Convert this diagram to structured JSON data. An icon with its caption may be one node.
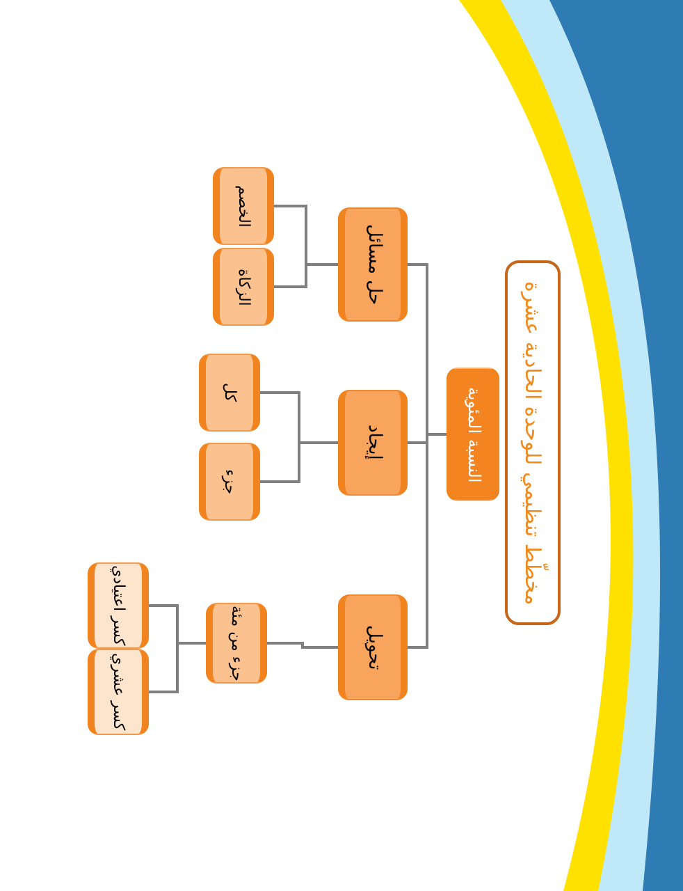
{
  "diagram": {
    "title": "مخطّط تنظيمي للوحدة الحادية عشرة",
    "nodes": [
      {
        "text": [
          "النسبة المئوية"
        ]
      },
      {
        "text": [
          "حل مسائل"
        ]
      },
      {
        "text": [
          "إيجاد"
        ]
      },
      {
        "text": [
          "تحويل"
        ]
      },
      {
        "text": [
          "الخصم"
        ]
      },
      {
        "text": [
          "الزكاة"
        ]
      },
      {
        "text": [
          "كل"
        ]
      },
      {
        "text": [
          "جزء"
        ]
      },
      {
        "text": [
          "جزء من مئة"
        ]
      },
      {
        "text": [
          "كسر اعتيادي"
        ]
      },
      {
        "text": [
          "كسر عشري"
        ]
      }
    ],
    "edges": [
      {
        "from": 0,
        "to": 1,
        "arrow": "none"
      },
      {
        "from": 0,
        "to": 2,
        "arrow": "none"
      },
      {
        "from": 0,
        "to": 3,
        "arrow": "none"
      },
      {
        "from": 1,
        "to": 4,
        "arrow": "none"
      },
      {
        "from": 1,
        "to": 5,
        "arrow": "none"
      },
      {
        "from": 2,
        "to": 6,
        "arrow": "none"
      },
      {
        "from": 2,
        "to": 7,
        "arrow": "none"
      },
      {
        "from": 3,
        "to": 8,
        "arrow": "none"
      },
      {
        "from": 8,
        "to": 9,
        "arrow": "none"
      },
      {
        "from": 8,
        "to": 10,
        "arrow": "none"
      }
    ]
  }
}
